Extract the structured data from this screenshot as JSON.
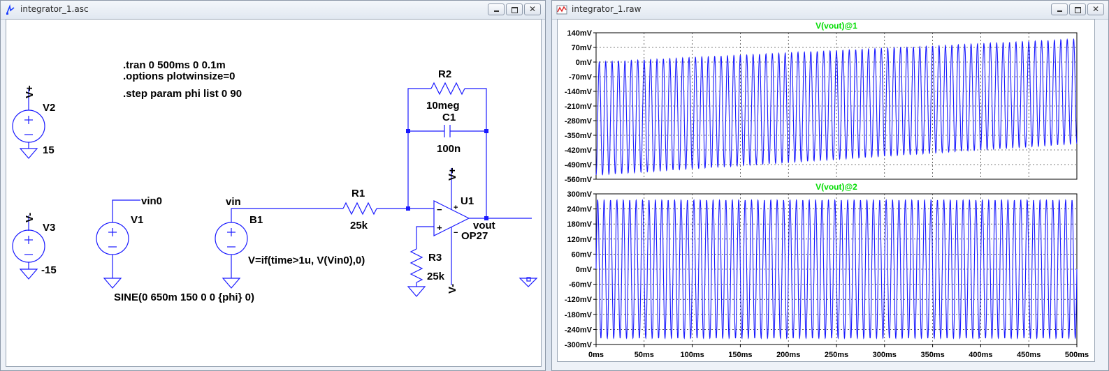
{
  "left_window": {
    "title": "integrator_1.asc",
    "directives": [
      ".tran 0 500ms 0 0.1m",
      ".options plotwinsize=0",
      ".step param phi list 0 90"
    ],
    "components": {
      "V2": {
        "name": "V2",
        "net": "V+",
        "value": "15"
      },
      "V3": {
        "name": "V3",
        "net": "V-",
        "value": "-15"
      },
      "V1": {
        "name": "V1",
        "net": "vin0",
        "value": "SINE(0 650m 150 0 0 {phi} 0)"
      },
      "B1": {
        "name": "B1",
        "net": "vin",
        "value": "V=if(time>1u, V(Vin0),0)"
      },
      "R1": {
        "name": "R1",
        "value": "25k"
      },
      "R2": {
        "name": "R2",
        "value": "10meg"
      },
      "C1": {
        "name": "C1",
        "value": "100n"
      },
      "R3": {
        "name": "R3",
        "value": "25k"
      },
      "U1": {
        "name": "U1",
        "value": "OP27",
        "out_net": "vout",
        "vpos": "V+",
        "vneg": "V-"
      }
    }
  },
  "right_window": {
    "title": "integrator_1.raw",
    "trace_color": "#1a1aff",
    "label_color": "#00dc00",
    "pane1": {
      "title": "V(vout)@1",
      "yticks": [
        "140mV",
        "70mV",
        "0mV",
        "-70mV",
        "-140mV",
        "-210mV",
        "-280mV",
        "-350mV",
        "-420mV",
        "-490mV",
        "-560mV"
      ]
    },
    "pane2": {
      "title": "V(vout)@2",
      "yticks": [
        "300mV",
        "240mV",
        "180mV",
        "120mV",
        "60mV",
        "0mV",
        "-60mV",
        "-120mV",
        "-180mV",
        "-240mV",
        "-300mV"
      ]
    },
    "xticks": [
      "0ms",
      "50ms",
      "100ms",
      "150ms",
      "200ms",
      "250ms",
      "300ms",
      "350ms",
      "400ms",
      "450ms",
      "500ms"
    ]
  },
  "chart_data": [
    {
      "type": "line",
      "title": "V(vout)@1",
      "xlabel": "",
      "ylabel": "",
      "xlim": [
        0,
        500
      ],
      "ylim": [
        -560,
        140
      ],
      "x_unit": "ms",
      "y_unit": "mV",
      "series": [
        {
          "name": "V(vout)@1",
          "frequency_hz": 150,
          "start_range": [
            -540,
            0
          ],
          "end_range": [
            -390,
            110
          ]
        }
      ],
      "grid": true
    },
    {
      "type": "line",
      "title": "V(vout)@2",
      "xlabel": "",
      "ylabel": "",
      "xlim": [
        0,
        500
      ],
      "ylim": [
        -300,
        300
      ],
      "x_unit": "ms",
      "y_unit": "mV",
      "series": [
        {
          "name": "V(vout)@2",
          "frequency_hz": 150,
          "amplitude_mV": 275,
          "offset_mV": 0
        }
      ],
      "grid": true
    }
  ]
}
